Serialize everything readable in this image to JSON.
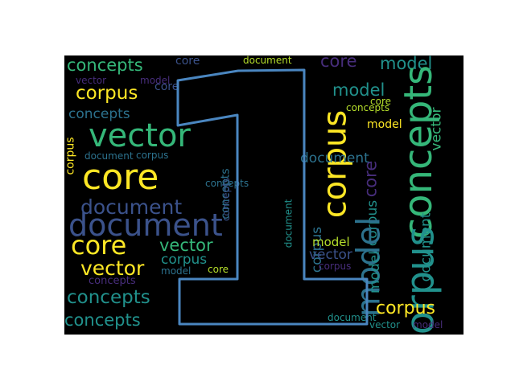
{
  "palette": {
    "background": "#000000",
    "outline": "#4a86c0",
    "yellow": "#fde725",
    "lime": "#b5de2b",
    "green": "#5ec962",
    "teal_green": "#35b779",
    "teal": "#21918c",
    "steel": "#2c728e",
    "indigo": "#3b528b",
    "purple": "#472d7b",
    "dark_purple": "#440154"
  },
  "shape": {
    "glyph": "1-digit-outline"
  },
  "words": [
    "concepts",
    "core",
    "document",
    "core",
    "model",
    "vector",
    "model",
    "corpus",
    "core",
    "model",
    "concepts",
    "vector",
    "concepts",
    "corpus",
    "core",
    "concepts",
    "model",
    "vector",
    "corpus",
    "document",
    "corpus",
    "core",
    "core",
    "concepts",
    "document",
    "concepts",
    "concepts",
    "document",
    "document",
    "corpus",
    "model",
    "document",
    "core",
    "vector",
    "document",
    "corpus",
    "corpus",
    "model",
    "vector",
    "corpus",
    "model",
    "vector",
    "corpus",
    "concepts",
    "concepts",
    "model",
    "core",
    "concepts",
    "corpus",
    "document",
    "vector",
    "model"
  ]
}
